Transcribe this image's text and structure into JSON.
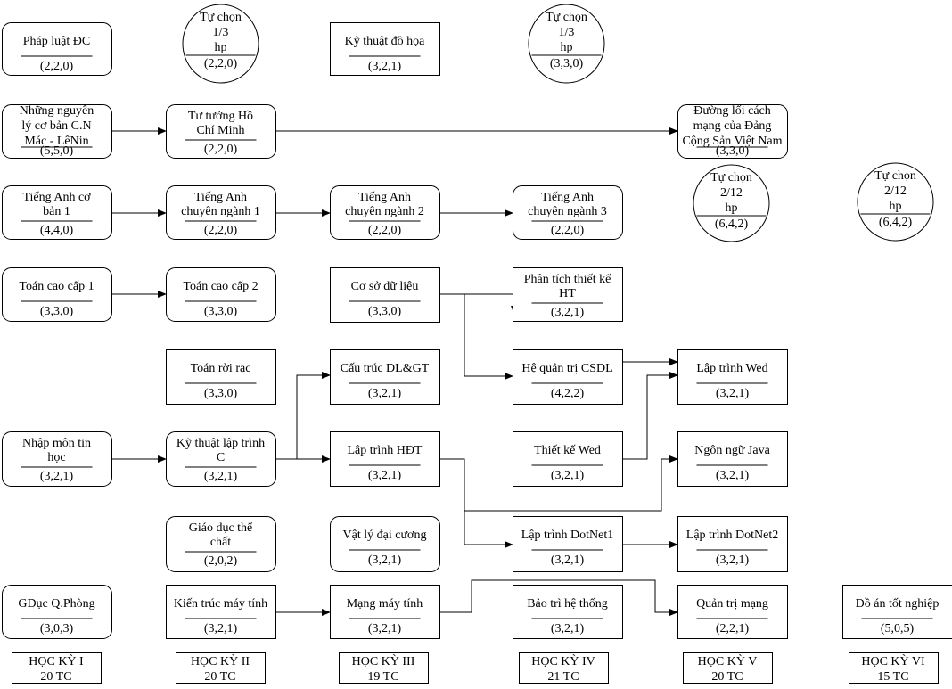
{
  "courses": [
    {
      "id": "phapluat",
      "lines": [
        "Pháp luật ĐC"
      ],
      "credits": "(2,2,0)"
    },
    {
      "id": "tuchon-hk2",
      "lines": [
        "Tự chọn",
        "1/3",
        "hp"
      ],
      "credits": "(2,2,0)"
    },
    {
      "id": "kythuatdohoa",
      "lines": [
        "Kỹ thuật đồ họa"
      ],
      "credits": "(3,2,1)"
    },
    {
      "id": "tuchon-hk4",
      "lines": [
        "Tự chọn",
        "1/3",
        "hp"
      ],
      "credits": "(3,3,0)"
    },
    {
      "id": "nguyenly",
      "lines": [
        "Những nguyên",
        "lý cơ bản C.N",
        "Mác - LêNin"
      ],
      "credits": "(5,5,0)"
    },
    {
      "id": "tutuong",
      "lines": [
        "Tư tưởng Hồ",
        "Chí Minh"
      ],
      "credits": "(2,2,0)"
    },
    {
      "id": "duongloi",
      "lines": [
        "Đường lối cách",
        "mạng của Đảng",
        "Cộng Sản Việt Nam"
      ],
      "credits": "(3,3,0)"
    },
    {
      "id": "tienganh-cb1",
      "lines": [
        "Tiếng Anh cơ",
        "bản 1"
      ],
      "credits": "(4,4,0)"
    },
    {
      "id": "tienganh-cn1",
      "lines": [
        "Tiếng Anh",
        "chuyên ngành 1"
      ],
      "credits": "(2,2,0)"
    },
    {
      "id": "tienganh-cn2",
      "lines": [
        "Tiếng Anh",
        "chuyên ngành 2"
      ],
      "credits": "(2,2,0)"
    },
    {
      "id": "tienganh-cn3",
      "lines": [
        "Tiếng Anh",
        "chuyên ngành 3"
      ],
      "credits": "(2,2,0)"
    },
    {
      "id": "tuchon-hk5",
      "lines": [
        "Tự chọn",
        "2/12",
        "hp"
      ],
      "credits": "(6,4,2)"
    },
    {
      "id": "tuchon-hk6",
      "lines": [
        "Tự chọn",
        "2/12",
        "hp"
      ],
      "credits": "(6,4,2)"
    },
    {
      "id": "toancc1",
      "lines": [
        "Toán cao cấp 1"
      ],
      "credits": "(3,3,0)"
    },
    {
      "id": "toancc2",
      "lines": [
        "Toán cao cấp 2"
      ],
      "credits": "(3,3,0)"
    },
    {
      "id": "csdl",
      "lines": [
        "Cơ sở dữ liệu"
      ],
      "credits": "(3,3,0)"
    },
    {
      "id": "ptkt",
      "lines": [
        "Phân tích thiết kế",
        "HT"
      ],
      "credits": "(3,2,1)"
    },
    {
      "id": "toanroirac",
      "lines": [
        "Toán rời rạc"
      ],
      "credits": "(3,3,0)"
    },
    {
      "id": "ctdl",
      "lines": [
        "Cấu trúc DL&GT"
      ],
      "credits": "(3,2,1)"
    },
    {
      "id": "hqtcsdl",
      "lines": [
        "Hệ quản trị CSDL"
      ],
      "credits": "(4,2,2)"
    },
    {
      "id": "laptrinhwed",
      "lines": [
        "Lập trình Wed"
      ],
      "credits": "(3,2,1)"
    },
    {
      "id": "nhapmon",
      "lines": [
        "Nhập môn tin",
        "học"
      ],
      "credits": "(3,2,1)"
    },
    {
      "id": "ktlt",
      "lines": [
        "Kỹ thuật lập trình",
        "C"
      ],
      "credits": "(3,2,1)"
    },
    {
      "id": "lthdt",
      "lines": [
        "Lập trình HĐT"
      ],
      "credits": "(3,2,1)"
    },
    {
      "id": "thietkewed",
      "lines": [
        "Thiết kế Wed"
      ],
      "credits": "(3,2,1)"
    },
    {
      "id": "java",
      "lines": [
        "Ngôn ngữ Java"
      ],
      "credits": "(3,2,1)"
    },
    {
      "id": "gdtc",
      "lines": [
        "Giáo dục thể",
        "chất"
      ],
      "credits": "(2,0,2)"
    },
    {
      "id": "vatly",
      "lines": [
        "Vật lý đại cương"
      ],
      "credits": "(3,2,1)"
    },
    {
      "id": "dotnet1",
      "lines": [
        "Lập trình DotNet1"
      ],
      "credits": "(3,2,1)"
    },
    {
      "id": "dotnet2",
      "lines": [
        "Lập trình DotNet2"
      ],
      "credits": "(3,2,1)"
    },
    {
      "id": "gdqp",
      "lines": [
        "GDục Q.Phòng"
      ],
      "credits": "(3,0,3)"
    },
    {
      "id": "ktmt",
      "lines": [
        "Kiến trúc máy tính"
      ],
      "credits": "(3,2,1)"
    },
    {
      "id": "mangmt",
      "lines": [
        "Mạng máy tính"
      ],
      "credits": "(3,2,1)"
    },
    {
      "id": "baotri",
      "lines": [
        "Bảo trì hệ thống"
      ],
      "credits": "(3,2,1)"
    },
    {
      "id": "quantrimang",
      "lines": [
        "Quản trị mạng"
      ],
      "credits": "(2,2,1)"
    },
    {
      "id": "doan",
      "lines": [
        "Đồ án tốt nghiệp"
      ],
      "credits": "(5,0,5)"
    }
  ],
  "semesters": [
    {
      "id": "hk1",
      "name": "HỌC KỲ I",
      "credits": "20 TC"
    },
    {
      "id": "hk2",
      "name": "HỌC KỲ II",
      "credits": "20 TC"
    },
    {
      "id": "hk3",
      "name": "HỌC KỲ III",
      "credits": "19 TC"
    },
    {
      "id": "hk4",
      "name": "HỌC KỲ IV",
      "credits": "21 TC"
    },
    {
      "id": "hk5",
      "name": "HỌC KỲ V",
      "credits": "20 TC"
    },
    {
      "id": "hk6",
      "name": "HỌC KỲ VI",
      "credits": "15 TC"
    }
  ],
  "prerequisites": [
    {
      "from": "nguyenly",
      "to": "tutuong"
    },
    {
      "from": "tutuong",
      "to": "duongloi"
    },
    {
      "from": "tienganh-cb1",
      "to": "tienganh-cn1"
    },
    {
      "from": "tienganh-cn1",
      "to": "tienganh-cn2"
    },
    {
      "from": "tienganh-cn2",
      "to": "tienganh-cn3"
    },
    {
      "from": "toancc1",
      "to": "toancc2"
    },
    {
      "from": "csdl",
      "to": "ptkt"
    },
    {
      "from": "csdl",
      "to": "hqtcsdl"
    },
    {
      "from": "hqtcsdl",
      "to": "laptrinhwed"
    },
    {
      "from": "thietkewed",
      "to": "laptrinhwed"
    },
    {
      "from": "nhapmon",
      "to": "ktlt"
    },
    {
      "from": "ktlt",
      "to": "ctdl"
    },
    {
      "from": "ktlt",
      "to": "lthdt"
    },
    {
      "from": "lthdt",
      "to": "java"
    },
    {
      "from": "lthdt",
      "to": "dotnet1"
    },
    {
      "from": "dotnet1",
      "to": "dotnet2"
    },
    {
      "from": "ktmt",
      "to": "mangmt"
    },
    {
      "from": "mangmt",
      "to": "quantrimang"
    }
  ]
}
